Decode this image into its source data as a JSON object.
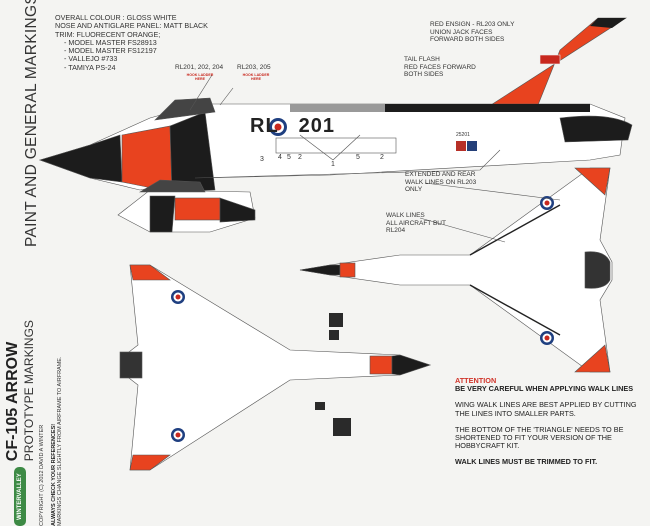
{
  "sheet_title": "PAINT AND GENERAL MARKINGS",
  "notes": {
    "lines": [
      "OVERALL COLOUR : GLOSS WHITE",
      "NOSE AND ANTIGLARE PANEL: MATT BLACK",
      "TRIM: FLUORECENT ORANGE;"
    ],
    "paints": [
      "- MODEL MASTER FS28913",
      "- MODEL MASTER FS12197",
      "- VALLEJO #733",
      "- TAMIYA PS-24"
    ]
  },
  "callouts": {
    "rl201": "RL201, 202, 204",
    "rl201_sub": "HOOK LADDER HERE",
    "rl203": "RL203, 205",
    "rl203_sub": "HOOK LADDER HERE",
    "ensign": [
      "RED ENSIGN - RL203 ONLY",
      "UNION JACK FACES",
      "FORWARD BOTH SIDES"
    ],
    "tailflash": [
      "TAIL FLASH",
      "RED FACES FORWARD",
      "BOTH SIDES"
    ],
    "extended": [
      "EXTENDED AND REAR",
      "WALK LINES ON RL203",
      "ONLY"
    ],
    "walk": [
      "WALK LINES",
      "ALL AIRCRAFT BUT",
      "RL204"
    ],
    "serial": "25201",
    "code": "RL",
    "number": "201",
    "stencil_numbers": [
      "3",
      "4",
      "5",
      "2",
      "1",
      "5",
      "2"
    ]
  },
  "attention": {
    "heading": "ATTENTION",
    "subheading": "BE VERY CAREFUL WHEN APPLYING WALK LINES",
    "p1": "WING WALK LINES ARE BEST APPLIED BY CUTTING THE LINES INTO SMALLER PARTS.",
    "p2": "THE BOTTOM OF THE 'TRIANGLE' NEEDS TO BE SHORTENED TO FIT YOUR VERSION OF THE HOBBYCRAFT KIT.",
    "p3": "WALK LINES MUST BE TRIMMED TO FIT."
  },
  "branding": {
    "logo_text": "WINTERVALLEY",
    "title": "CF-105 ARROW",
    "subtitle": "PROTOTYPE MARKINGS",
    "copyright": "COPYRIGHT (C) 2012 DAVID A WINTER",
    "warning1": "ALWAYS CHECK YOUR REFERENCES!",
    "warning2": "MARKINGS CHANGE SLIGHTLY FROM AIRFRAME TO AIRFRAME."
  },
  "colors": {
    "orange": "#e8431f",
    "black": "#1c1c1c",
    "white": "#ffffff",
    "roundel_blue": "#1f3f80",
    "roundel_red": "#c8281e",
    "logo_green": "#3d8a45"
  }
}
